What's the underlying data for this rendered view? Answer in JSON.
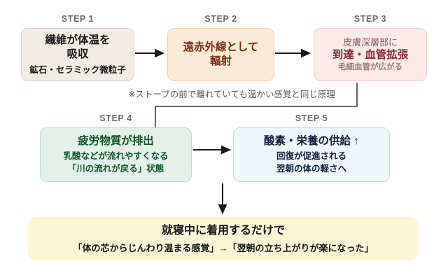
{
  "diagram": {
    "note": "※ストーブの前で離れていても温かい感覚と同じ原理",
    "steps": [
      {
        "label": "STEP 1",
        "main": "繊維が体温を",
        "main2": "吸収",
        "sub": "鉱石・セラミック微粒子",
        "color": "#f1ede6"
      },
      {
        "label": "STEP 2",
        "main": "遠赤外線として",
        "main2": "輻射",
        "color": "#faead6"
      },
      {
        "label": "STEP 3",
        "top": "皮膚深層部に",
        "main": "到達・血管拡張",
        "sub": "毛細血管が広がる",
        "color": "#fbeae8"
      },
      {
        "label": "STEP 4",
        "main": "疲労物質が排出",
        "sub": "乳酸などが流れやすくなる",
        "sub2": "「川の流れが戻る」状態",
        "color": "#e3f1e8"
      },
      {
        "label": "STEP 5",
        "main": "酸素・栄養の供給 ↑",
        "sub": "回復が促進される",
        "sub2": "翌朝の体の軽さへ",
        "color": "#eff6fd"
      }
    ],
    "summary": {
      "main": "就寝中に着用するだけで",
      "sub": "「体の芯からじんわり温まる感覚」→「翌朝の立ち上がりが楽になった」",
      "color": "#fdf6d6"
    },
    "connector_color": "#1a1a1a",
    "label_color": "#6b6b6b"
  }
}
